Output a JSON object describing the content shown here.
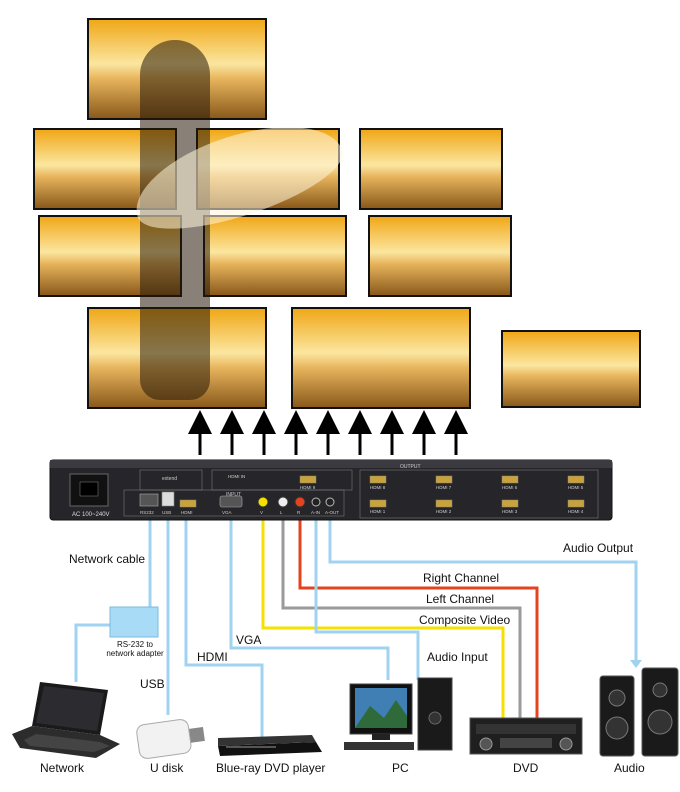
{
  "colors": {
    "sky_top": "#f0a818",
    "sky_bottom": "#fbe6a0",
    "sand": "#8a5a1c",
    "cable_blue": "#9fd3f0",
    "cable_yellow": "#f5e000",
    "cable_gray": "#9a9a9a",
    "cable_red": "#e5431e",
    "device_body": "#2a2a2e"
  },
  "wall_panels": 10,
  "device": {
    "power_label": "AC 100~240V",
    "extend_label": "extend",
    "input_label": "INPUT",
    "output_label": "OUTPUT",
    "hdmi_in_label": "HDMI IN",
    "ports": [
      "RS232",
      "USB",
      "HDMI",
      "VGA",
      "V",
      "L",
      "R",
      "A-IN",
      "A-OUT"
    ],
    "outputs_top": [
      "HDMI 8",
      "HDMI 7",
      "HDMI 6",
      "HDMI 5"
    ],
    "outputs_bottom": [
      "HDMI 1",
      "HDMI 2",
      "HDMI 3",
      "HDMI 4"
    ],
    "hdmi_out_top_left": "HDMI 9"
  },
  "labels": {
    "network_cable": "Network cable",
    "audio_output": "Audio Output",
    "right_channel": "Right Channel",
    "left_channel": "Left Channel",
    "composite_video": "Composite Video",
    "adapter": "RS-232 to\nnetwork adapter",
    "vga": "VGA",
    "hdmi": "HDMI",
    "audio_input": "Audio Input",
    "usb": "USB"
  },
  "devices": {
    "network": "Network",
    "udisk": "U disk",
    "bluray": "Blue-ray DVD player",
    "pc": "PC",
    "dvd": "DVD",
    "audio": "Audio"
  }
}
